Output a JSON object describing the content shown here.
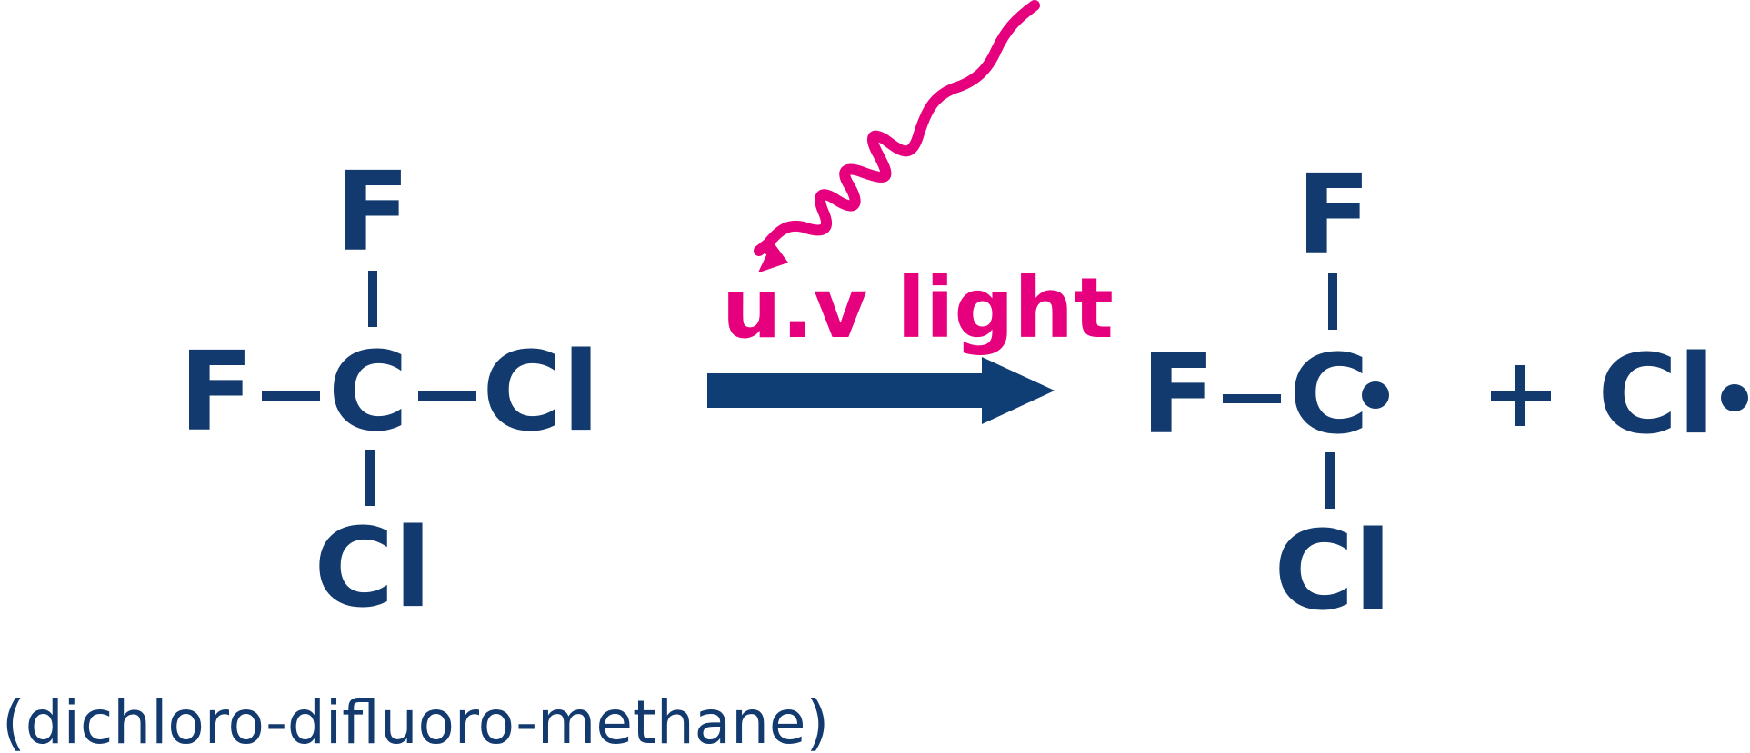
{
  "colors": {
    "molecule": "#123a6e",
    "light": "#e6007e",
    "arrow": "#0e3e74"
  },
  "reactant": {
    "top": "F",
    "left": "F",
    "center": "C",
    "right": "Cl",
    "bottom": "Cl",
    "name": "(dichloro-difluoro-methane)"
  },
  "condition": {
    "label": "u.v light",
    "icon": "wavy-light-arrow-icon"
  },
  "product_radical": {
    "top": "F",
    "left": "F",
    "center": "C",
    "bottom": "Cl"
  },
  "plus": "+",
  "chlorine_radical": "Cl"
}
